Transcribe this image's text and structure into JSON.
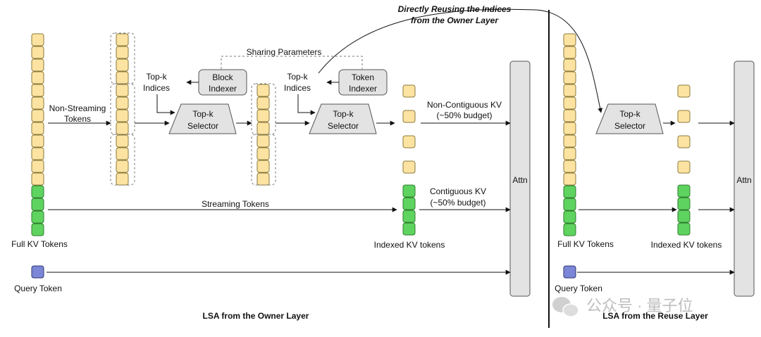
{
  "labels": {
    "full_kv_tokens": "Full KV Tokens",
    "query_token": "Query Token",
    "non_streaming_tokens_1": "Non-Streaming",
    "non_streaming_tokens_2": "Tokens",
    "streaming_tokens": "Streaming Tokens",
    "sharing_parameters": "Sharing Parameters",
    "topk_indices_1": "Top-k",
    "topk_indices_2": "Indices",
    "block_indexer_1": "Block",
    "block_indexer_2": "Indexer",
    "token_indexer_1": "Token",
    "token_indexer_2": "Indexer",
    "topk_selector_1": "Top-k",
    "topk_selector_2": "Selector",
    "non_contiguous_kv_1": "Non-Contiguous KV",
    "non_contiguous_kv_2": "(~50% budget)",
    "contiguous_kv_1": "Contiguous KV",
    "contiguous_kv_2": "(~50% budget)",
    "indexed_kv_tokens": "Indexed KV tokens",
    "attn": "Attn",
    "reuse_note_1": "Directly Reusing the Indices",
    "reuse_note_2": "from the Owner Layer"
  },
  "panels": {
    "owner_title": "LSA from the Owner Layer",
    "reuse_title": "LSA from the Reuse Layer"
  },
  "watermark": {
    "text": "公众号 · 量子位",
    "icon": "wechat-icon"
  },
  "colors": {
    "yellow_fill": "#fde3a1",
    "yellow_stroke": "#8a7a3a",
    "green_fill": "#5fd35f",
    "green_stroke": "#2e7d2e",
    "blue_fill": "#7b86d6",
    "blue_stroke": "#2d3570",
    "box_fill": "#e3e3e3",
    "box_stroke": "#555555"
  }
}
